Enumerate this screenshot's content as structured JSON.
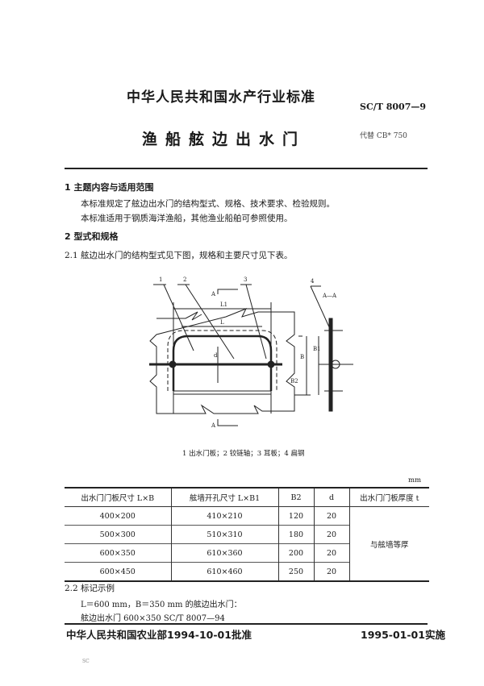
{
  "header": {
    "organization": "中华人民共和国水产行业标准",
    "standard_code": "SC/T 8007—9",
    "title": "渔船舷边出水门",
    "replaces": "代替 CB* 750"
  },
  "sections": {
    "s1_heading": "1   主题内容与适用范围",
    "s1_p1": "本标准规定了舷边出水门的结构型式、规格、技术要求、检验规则。",
    "s1_p2": "本标准适用于钢质海洋渔船，其他渔业船舶可参照使用。",
    "s2_heading": "2   型式和规格",
    "s21": "2.1   舷边出水门的结构型式见下图，规格和主要尺寸见下表。",
    "s22_heading": "2.2   标记示例",
    "s22_p1": "L＝600 mm，B＝350 mm 的舷边出水门：",
    "s22_p2": "舷边出水门 600×350   SC/T 8007—94"
  },
  "figure": {
    "callouts": [
      "1",
      "2",
      "3",
      "4"
    ],
    "section_label": "A—A",
    "section_marks": [
      "A",
      "A"
    ],
    "dims": [
      "L1",
      "L",
      "B",
      "B1",
      "B2",
      "d"
    ],
    "caption": "1   出水门板；2   铰链轴；3   耳板；4   扁钢"
  },
  "table": {
    "unit": "mm",
    "headers": [
      "出水门门板尺寸 L×B",
      "舷墙开孔尺寸 L×B1",
      "B2",
      "d",
      "出水门门板厚度 t"
    ],
    "rows": [
      [
        "400×200",
        "410×210",
        "120",
        "20"
      ],
      [
        "500×300",
        "510×310",
        "180",
        "20"
      ],
      [
        "600×350",
        "610×360",
        "200",
        "20"
      ],
      [
        "600×450",
        "610×460",
        "250",
        "20"
      ]
    ],
    "thickness_note": "与舷墙等厚"
  },
  "footer": {
    "approval": "中华人民共和国农业部1994-10-01批准",
    "implementation": "1995-01-01实施",
    "page_mark": "SC"
  }
}
